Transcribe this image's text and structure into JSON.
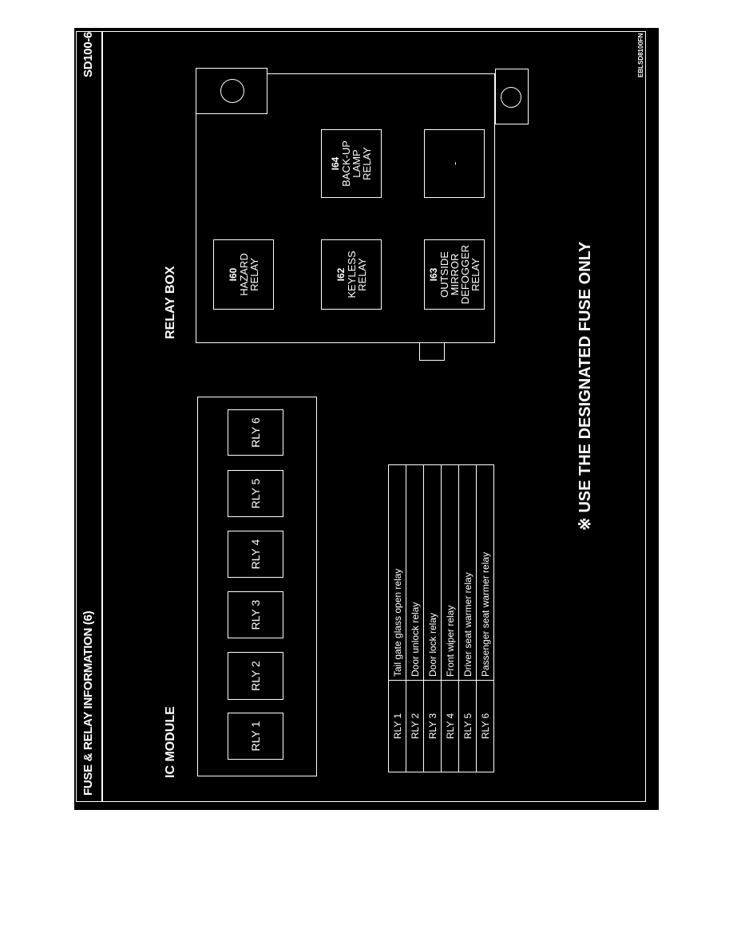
{
  "header": {
    "title": "FUSE & RELAY INFORMATION (6)",
    "page_code": "SD100-6",
    "figure_code": "EBLSD8100FN"
  },
  "ic_module": {
    "label": "IC MODULE",
    "relays": [
      "RLY 1",
      "RLY 2",
      "RLY 3",
      "RLY 4",
      "RLY 5",
      "RLY 6"
    ]
  },
  "relay_table": {
    "rows": [
      {
        "id": "RLY 1",
        "name": "Tail gate glass open relay"
      },
      {
        "id": "RLY 2",
        "name": "Door unlock relay"
      },
      {
        "id": "RLY 3",
        "name": "Door lock relay"
      },
      {
        "id": "RLY 4",
        "name": "Front wiper relay"
      },
      {
        "id": "RLY 5",
        "name": "Driver seat warmer relay"
      },
      {
        "id": "RLY 6",
        "name": "Passenger seat warmer relay"
      }
    ]
  },
  "relay_box": {
    "label": "RELAY BOX",
    "slots": [
      {
        "code": "I60",
        "lines": [
          "HAZARD",
          "RELAY"
        ]
      },
      {
        "code": "I62",
        "lines": [
          "KEYLESS",
          "RELAY"
        ]
      },
      {
        "code": "I63",
        "lines": [
          "OUTSIDE",
          "MIRROR",
          "DEFOGGER",
          "RELAY"
        ]
      },
      {
        "code": "I64",
        "lines": [
          "BACK-UP",
          "LAMP",
          "RELAY"
        ]
      },
      {
        "code": "",
        "lines": [
          "-"
        ]
      }
    ]
  },
  "note": {
    "symbol": "※",
    "text": "USE THE DESIGNATED FUSE ONLY"
  }
}
